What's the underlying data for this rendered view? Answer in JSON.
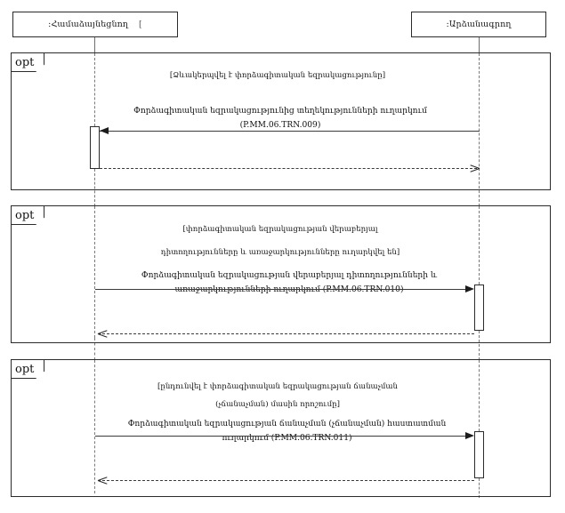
{
  "diagram": {
    "type": "uml-sequence-diagram",
    "lifelines": [
      {
        "id": "coordinator",
        "label": ":Համաձայնեցնող",
        "extra": "["
      },
      {
        "id": "recorder",
        "label": ":Արձանագրող"
      }
    ],
    "fragments": [
      {
        "operator": "opt",
        "guard": "[Ձևակերպվել է փորձագիտական եզրակացությունը]",
        "message": "Փորձագիտական եզրակացությունից տեղեկությունների ուղարկում (P.MM.06.TRN.009)",
        "message_line1": "Փորձագիտական եզրակացությունից տեղեկությունների ուղարկում",
        "message_line2": "(P.MM.06.TRN.009)",
        "direction": "right-to-left",
        "return": "dashed"
      },
      {
        "operator": "opt",
        "guard": "[փորձագիտական եզրակացության վերաբերյալ դիտողությունները և առաջարկությունները ուղարկվել են]",
        "guard_line1": "[փորձագիտական եզրակացության վերաբերյալ",
        "guard_line2": "դիտողությունները և առաջարկությունները ուղարկվել են]",
        "message": "Փորձագիտական եզրակացության վերաբերյալ դիտողությունների և առաջարկությունների ուղարկում (P.MM.06.TRN.010)",
        "message_line1": "Փորձագիտական եզրակացության վերաբերյալ դիտողությունների և",
        "message_line2": "առաջարկությունների ուղարկում (P.MM.06.TRN.010)",
        "direction": "left-to-right",
        "return": "dashed"
      },
      {
        "operator": "opt",
        "guard": "[ընդունվել է փորձագիտական եզրակացության ճանաչման (չճանաչման) մասին որոշումը]",
        "guard_line1": "[ընդունվել է փորձագիտական եզրակացության ճանաչման",
        "guard_line2": "(չճանաչման) մասին որոշումը]",
        "message": "Փորձագիտական եզրակացության ճանաչման (չճանաչման) հաստատման ուղարկում (P.MM.06.TRN.011)",
        "message_line1": "Փորձագիտական եզրակացության ճանաչման (չճանաչման) հաստատման",
        "message_line2": "ուղարկում (P.MM.06.TRN.011)",
        "direction": "left-to-right",
        "return": "dashed"
      }
    ],
    "colors": {
      "stroke": "#2b2b2b",
      "lifeline": "#7a7a7a",
      "background": "#ffffff",
      "text": "#141414"
    }
  }
}
